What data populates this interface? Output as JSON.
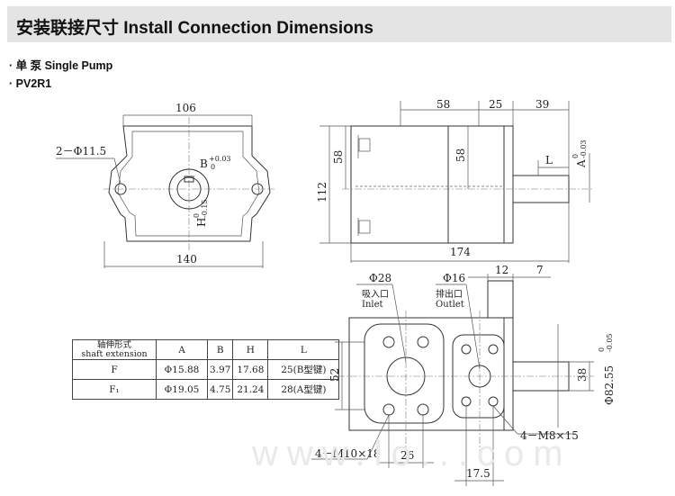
{
  "header": {
    "title": "安装联接尺寸 Install Connection Dimensions"
  },
  "subtitles": {
    "pump_type": "· 单 泵 Single Pump",
    "model": "· PV2R1"
  },
  "front_view": {
    "dim_width_top": "106",
    "dim_width_bottom": "140",
    "dim_height": "112",
    "hole_label": "2－Φ11.5",
    "key_width": "B",
    "key_width_tol_upper": "+0.03",
    "key_width_tol_lower": "0",
    "key_height": "H",
    "key_height_tol_upper": "0",
    "key_height_tol_lower": "-0.15"
  },
  "side_view": {
    "dim_58_top": "58",
    "dim_25": "25",
    "dim_39": "39",
    "dim_58_left": "58",
    "dim_58_inner": "58",
    "dim_L": "L",
    "dim_A": "A",
    "dim_A_tol_upper": "0",
    "dim_A_tol_lower": "-0.03",
    "dim_174": "174"
  },
  "bottom_view": {
    "inlet_dia": "Φ28",
    "inlet_cn": "吸入口",
    "inlet_en": "Inlet",
    "outlet_dia": "Φ16",
    "outlet_cn": "排出口",
    "outlet_en": "Outlet",
    "dim_12": "12",
    "dim_7": "7",
    "dim_52": "52",
    "dim_38": "38",
    "pilot_dia": "Φ82.55",
    "pilot_tol_upper": "0",
    "pilot_tol_lower": "-0.05",
    "inlet_bolts": "4－M10×18",
    "outlet_bolts": "4－M8×15",
    "dim_26": "26",
    "dim_17_5": "17.5"
  },
  "shaft_table": {
    "header_cn": "轴伸形式",
    "header_en": "shaft extension",
    "columns": [
      "A",
      "B",
      "H",
      "L"
    ],
    "rows": [
      {
        "type": "F",
        "A": "Φ15.88",
        "B": "3.97",
        "H": "17.68",
        "L": "25(B型键)"
      },
      {
        "type": "F₁",
        "A": "Φ19.05",
        "B": "4.75",
        "H": "21.24",
        "L": "28(A型键)"
      }
    ]
  },
  "watermark": "www.lo...com"
}
